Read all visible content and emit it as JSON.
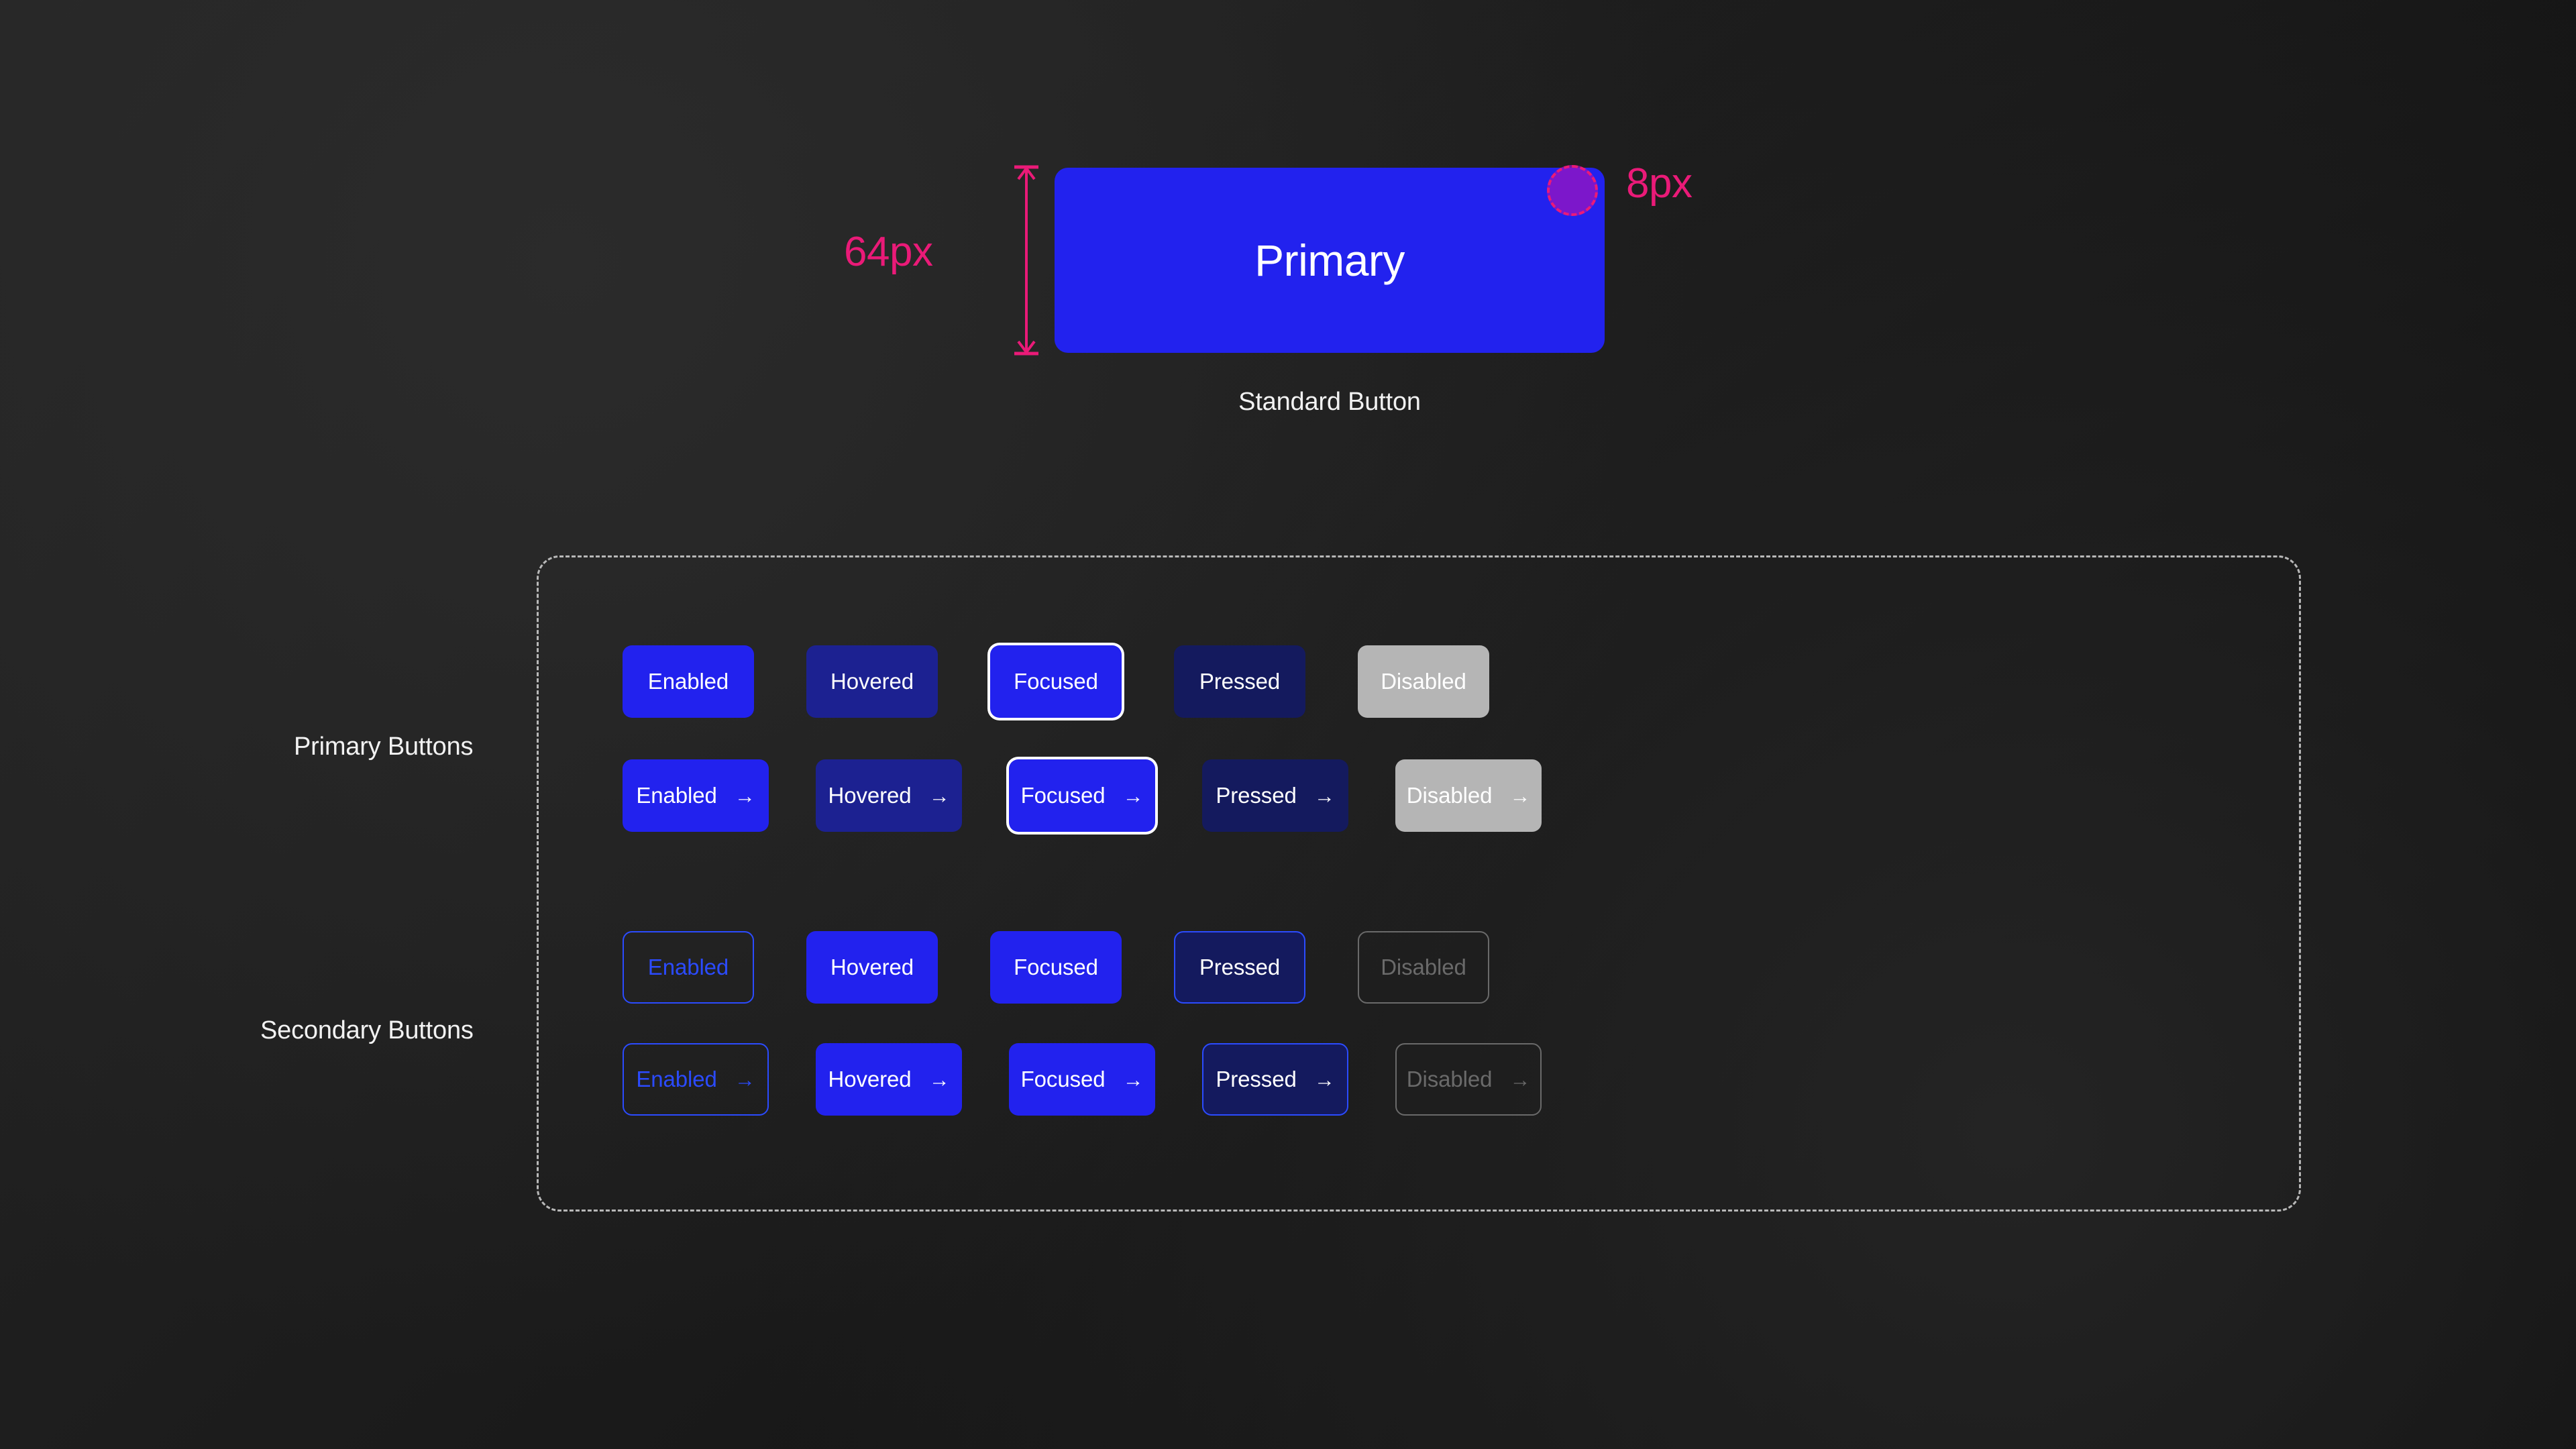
{
  "spec": {
    "hero_label": "Primary",
    "caption": "Standard Button",
    "height_annotation": "64px",
    "radius_annotation": "8px",
    "accent_annotation_color": "#ea1a78",
    "primary_blue": "#2222ee"
  },
  "groups": [
    {
      "label": "Primary Buttons"
    },
    {
      "label": "Secondary Buttons"
    }
  ],
  "arrow_glyph": "→",
  "states": {
    "enabled": "Enabled",
    "hovered": "Hovered",
    "focused": "Focused",
    "pressed": "Pressed",
    "disabled": "Disabled"
  },
  "rows": {
    "primary_plain": [
      "Enabled",
      "Hovered",
      "Focused",
      "Pressed",
      "Disabled"
    ],
    "primary_arrow": [
      "Enabled",
      "Hovered",
      "Focused",
      "Pressed",
      "Disabled"
    ],
    "secondary_plain": [
      "Enabled",
      "Hovered",
      "Focused",
      "Pressed",
      "Disabled"
    ],
    "secondary_arrow": [
      "Enabled",
      "Hovered",
      "Focused",
      "Pressed",
      "Disabled"
    ]
  },
  "colors": {
    "background": "#1e1e1e",
    "primary_enabled": "#2222ee",
    "primary_hovered": "#1c2191",
    "primary_pressed": "#141a5e",
    "primary_disabled": "#b5b5b5",
    "secondary_border": "#2b4bff",
    "secondary_disabled": "#6a6a6a",
    "focus_ring": "#ffffff",
    "panel_border": "#b8b8b8",
    "text_light": "#f2f2f2"
  }
}
